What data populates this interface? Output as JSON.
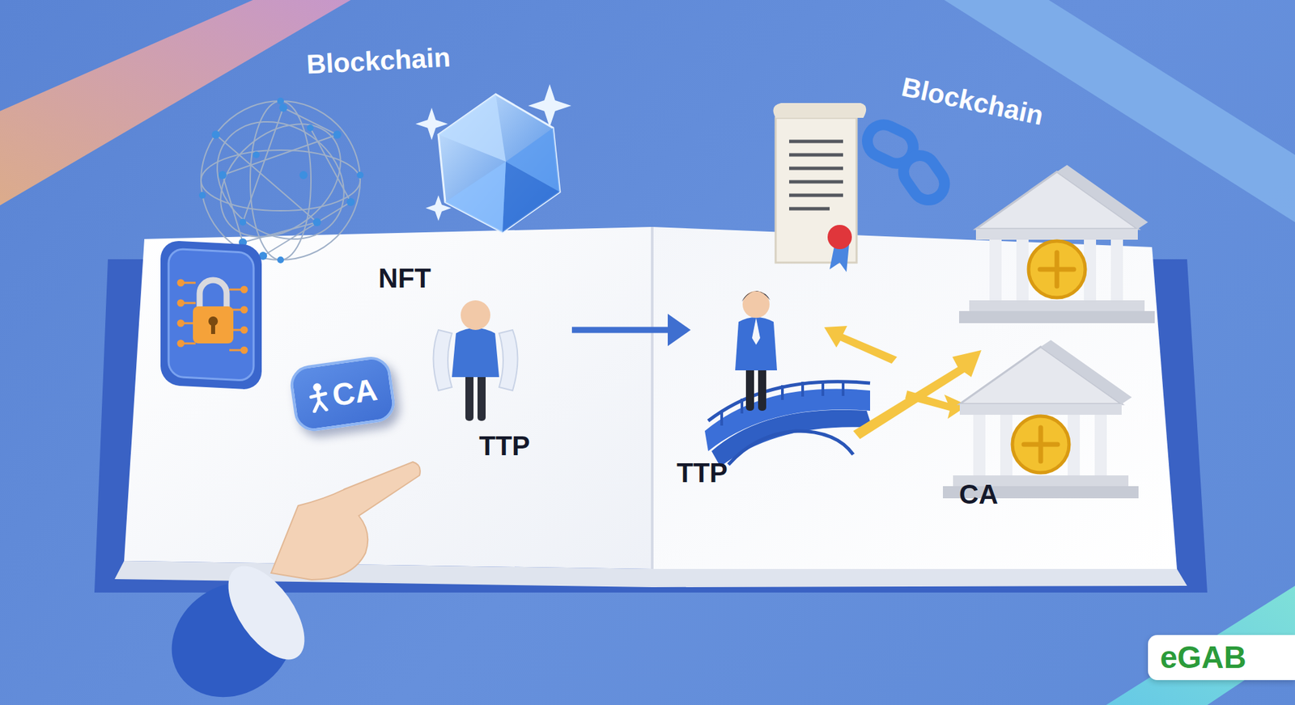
{
  "diagram": {
    "nodes": [
      {
        "text": [
          "CA"
        ]
      }
    ],
    "labels": [
      "Blockchain",
      "Blockchain",
      "NFT",
      "TTP",
      "TTP",
      "CA",
      "eGAB"
    ]
  }
}
